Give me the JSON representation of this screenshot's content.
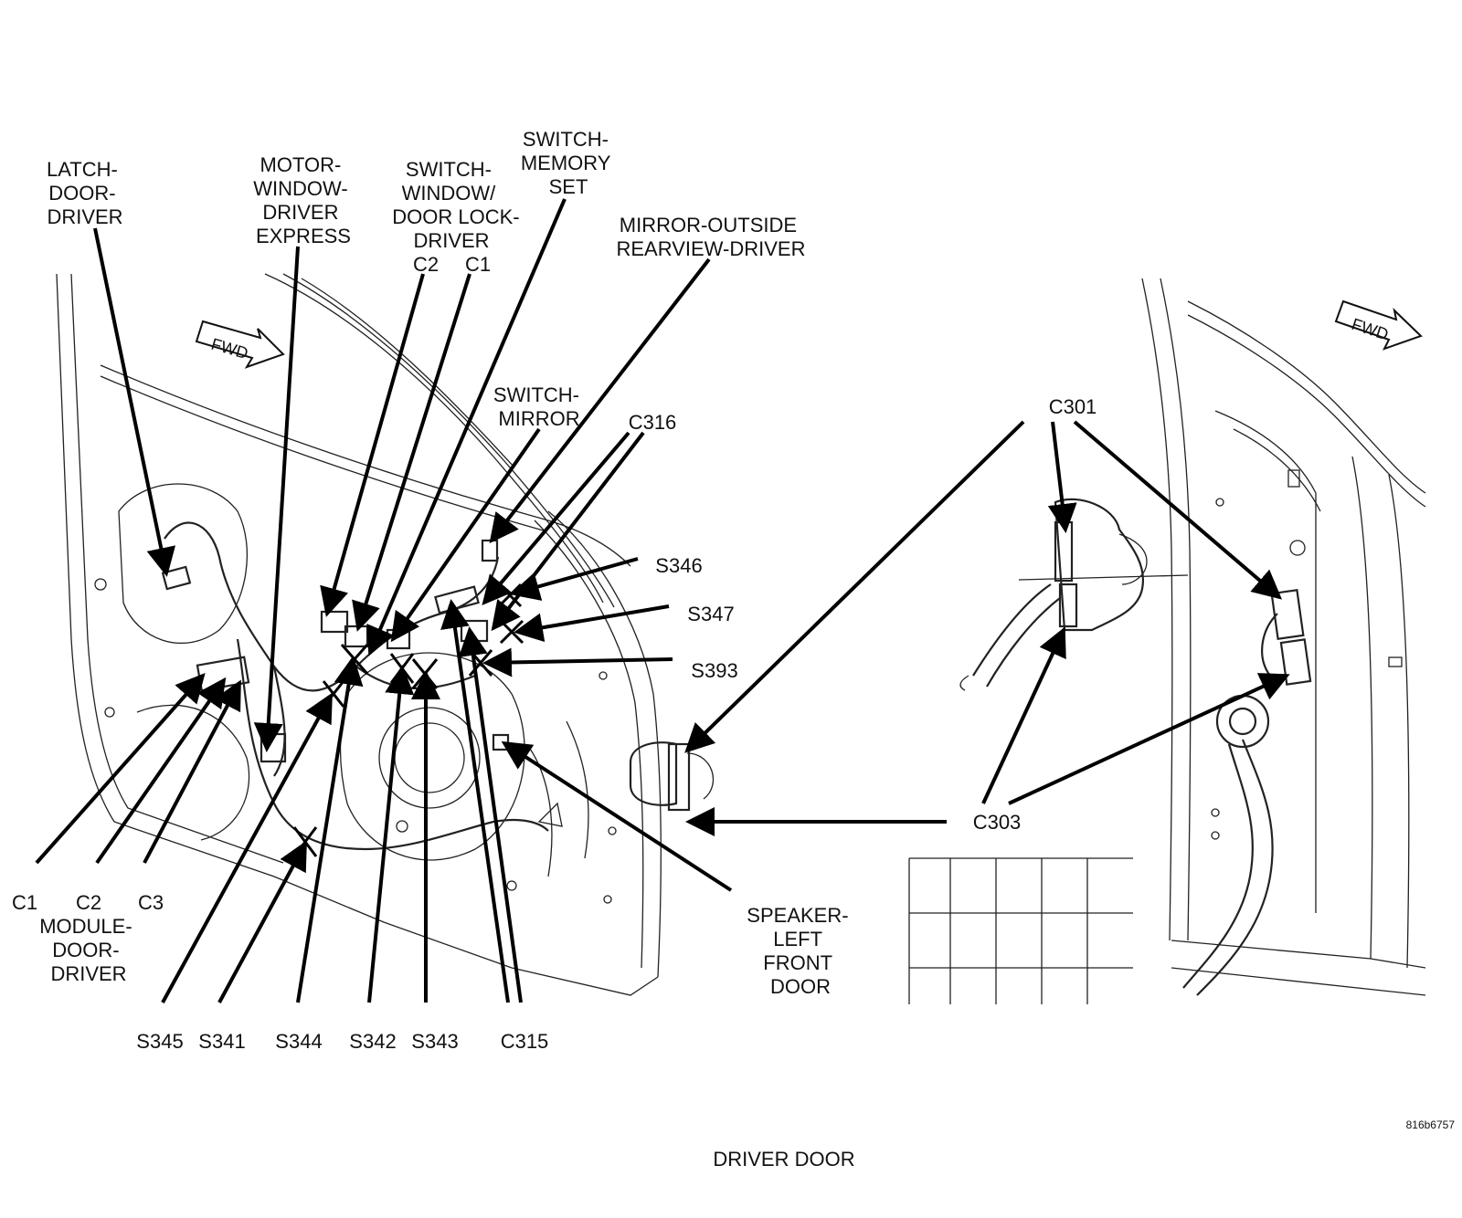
{
  "diagram": {
    "caption": "DRIVER DOOR",
    "figure_id": "816b6757",
    "direction_tag": "FWD",
    "labels": {
      "latch_door_driver": [
        "LATCH-",
        "DOOR-",
        "DRIVER"
      ],
      "motor_window_driver_express": [
        "MOTOR-",
        "WINDOW-",
        "DRIVER",
        "EXPRESS"
      ],
      "switch_window_door_lock_driver": [
        "SWITCH-",
        "WINDOW/",
        "DOOR LOCK-",
        "DRIVER"
      ],
      "switch_window_c2": "C2",
      "switch_window_c1": "C1",
      "switch_memory_set": [
        "SWITCH-",
        "MEMORY",
        "SET"
      ],
      "mirror_outside_rearview_driver": [
        "MIRROR-OUTSIDE",
        "REARVIEW-DRIVER"
      ],
      "switch_mirror": [
        "SWITCH-",
        "MIRROR"
      ],
      "c316": "C316",
      "s346": "S346",
      "s347": "S347",
      "s393": "S393",
      "module_c1": "C1",
      "module_c2": "C2",
      "module_c3": "C3",
      "module_door_driver": [
        "MODULE-",
        "DOOR-",
        "DRIVER"
      ],
      "s345": "S345",
      "s341": "S341",
      "s344": "S344",
      "s342": "S342",
      "s343": "S343",
      "c315": "C315",
      "speaker_left_front_door": [
        "SPEAKER-",
        "LEFT",
        "FRONT",
        "DOOR"
      ],
      "c301": "C301",
      "c303": "C303"
    }
  }
}
